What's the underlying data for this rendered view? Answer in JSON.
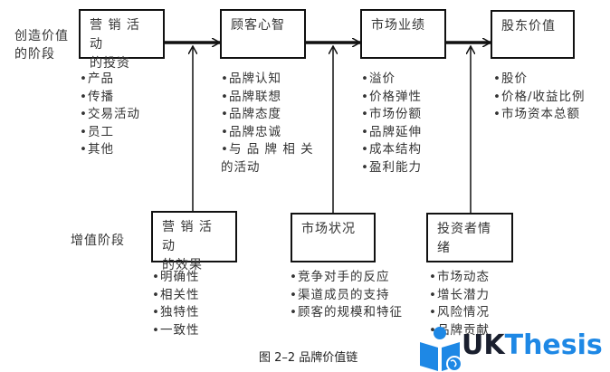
{
  "stages": {
    "creation": "创造价值\n的阶段",
    "addition": "增值阶段"
  },
  "top_boxes": [
    {
      "title": "营 销 活 动\n的投资",
      "items": [
        "•产品",
        "•传播",
        "•交易活动",
        "•员工",
        "•其他"
      ]
    },
    {
      "title": "顾客心智",
      "items": [
        "•品牌认知",
        "•品牌联想",
        "•品牌态度",
        "•品牌忠诚",
        "•与 品 牌 相 关",
        "的活动"
      ]
    },
    {
      "title": "市场业绩",
      "items": [
        "•溢价",
        "•价格弹性",
        "•市场份额",
        "•品牌延伸",
        "•成本结构",
        "•盈利能力"
      ]
    },
    {
      "title": "股东价值",
      "items": [
        "•股价",
        "•价格/收益比例",
        "•市场资本总额"
      ]
    }
  ],
  "bottom_boxes": [
    {
      "title": "营 销 活 动\n的效果",
      "items": [
        "•明确性",
        "•相关性",
        "•独特性",
        "•一致性"
      ]
    },
    {
      "title": "市场状况",
      "items": [
        "•竞争对手的反应",
        "•渠道成员的支持",
        "•顾客的规模和特征"
      ]
    },
    {
      "title": "投资者情绪",
      "items": [
        "•市场动态",
        "•增长潜力",
        "•风险情况",
        "•品牌贡献"
      ]
    }
  ],
  "caption": "图 2–2  品牌价值链",
  "watermark": {
    "label_dark": "UK",
    "label_accent": "Thesis",
    "icon": "reader-globe-icon",
    "accent_color": "#1e88e5",
    "dark_color": "#1a1f2e"
  }
}
